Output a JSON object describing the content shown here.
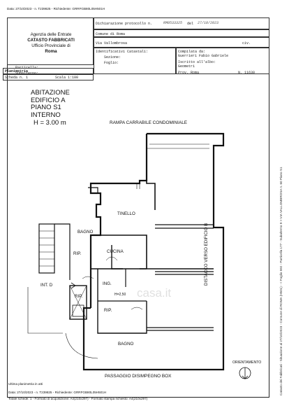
{
  "top_stamp": "Data: 27/10/2023 - n. T239825 - Richiedente: GRRFGB80L05H501H",
  "bottom_stamp": "Data: 27/10/2023 - n. T239825 - Richiedente: GRRFGB80L05H501H",
  "bottom_note": "Totale schede: 1 - Formato di acquisizione: A4(210x297) - Formato stampa richiesto: A4(210x297)",
  "agency": {
    "line1": "Agenzia delle Entrate",
    "line2": "CATASTO FABBRICATI",
    "line3": "Ufficio Provinciale di",
    "line4": "Roma"
  },
  "header": {
    "dichiarazione": "Dichiarazione protocollo n.",
    "protocol_number": "RM0533325",
    "protocol_del": "del",
    "protocol_date": "27/10/2023",
    "comune_label": "Comune di Roma",
    "via": "Via Vallombrosa",
    "civ": "civ.",
    "identificativi": "Identificativi Catastali:",
    "sezione": "Sezione:",
    "foglio": "Foglio:",
    "particella": "Particella:",
    "subalterno": "Subalterno:",
    "compilata": "Compilata da:",
    "compilatore": "Guerrieri Fabio Gabriele",
    "iscritto": "Iscritto all'albo:",
    "albo": "Geometri",
    "prov": "Prov. Roma",
    "numero": "N. 11630"
  },
  "planimetria": {
    "label": "Planimetria",
    "scheda": "Scheda n. 1",
    "scala": "Scala 1:100"
  },
  "title_block": {
    "line1": "ABITAZIONE",
    "line2": "EDIFICIO A",
    "line3": "PIANO S1",
    "line4": "INTERNO",
    "line5": "H = 3.00 m"
  },
  "labels": {
    "rampa": "RAMPA CARRABILE CONDOMINIALE",
    "passaggio": "PASSAGGIO DISIMPEGNO BOX",
    "distacco": "DISTACCO VERSO EDIFICIO B",
    "orientamento": "ORIENTAMENTO",
    "watermark": "casa.it"
  },
  "rooms": {
    "tinello": "TINELLO",
    "bagno1": "BAGNO",
    "rip1": "RIP.",
    "cucina": "CUCINA",
    "int_d": "INT. D",
    "ing": "ING.",
    "rip2": "RIP.",
    "h250": "H=2,50",
    "rip3": "RIP.",
    "bagno2": "BAGNO"
  },
  "footer": {
    "ultima": "Ultima planimetria in atti"
  },
  "side_text": "Catasto dei Fabbricati - Situazione al 27/10/2023 - Comune di ROMA (H501) - < Foglio 592 - Particella 177 - Subalterno 9 >  VIA VALLOMBROSA n. 60 Piano S1"
}
